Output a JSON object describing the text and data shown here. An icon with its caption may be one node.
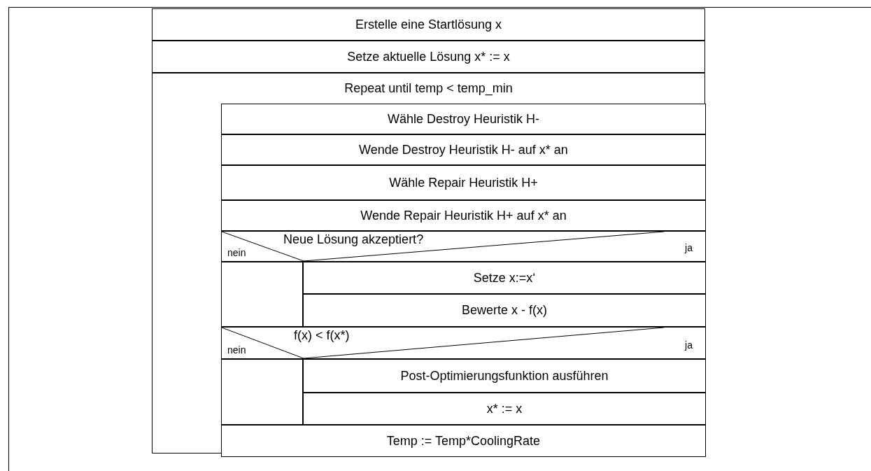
{
  "diagram": {
    "nodes": [
      {
        "text": [
          "Erstelle eine Startlösung x"
        ]
      },
      {
        "text": [
          "Setze aktuelle Lösung x* := x"
        ]
      },
      {
        "text": [
          "Repeat until temp < temp_min"
        ]
      },
      {
        "text": [
          "Wähle Destroy Heuristik H-"
        ],
        "in": 2
      },
      {
        "text": [
          "Wende Destroy Heuristik H- auf x* an"
        ],
        "in": 2
      },
      {
        "text": [
          "Wähle Repair Heuristik H+"
        ],
        "in": 2
      },
      {
        "text": [
          "Wende Repair Heuristik H+ auf x* an"
        ],
        "in": 2
      },
      {
        "text": [
          "Neue Lösung akzeptiert?",
          "nein",
          "ja"
        ],
        "in": 2
      },
      {
        "text": [
          "Setze x:=x‘"
        ],
        "in": 2
      },
      {
        "text": [
          "Bewerte x - f(x)"
        ],
        "in": 2
      },
      {
        "text": [
          "f(x) < f(x*)",
          "nein",
          "ja"
        ],
        "in": 2
      },
      {
        "text": [
          "Post-Optimierungsfunktion ausführen"
        ],
        "in": 2
      },
      {
        "text": [
          "x* := x"
        ],
        "in": 2
      },
      {
        "text": [
          "Temp := Temp*CoolingRate"
        ],
        "in": 2
      }
    ]
  }
}
